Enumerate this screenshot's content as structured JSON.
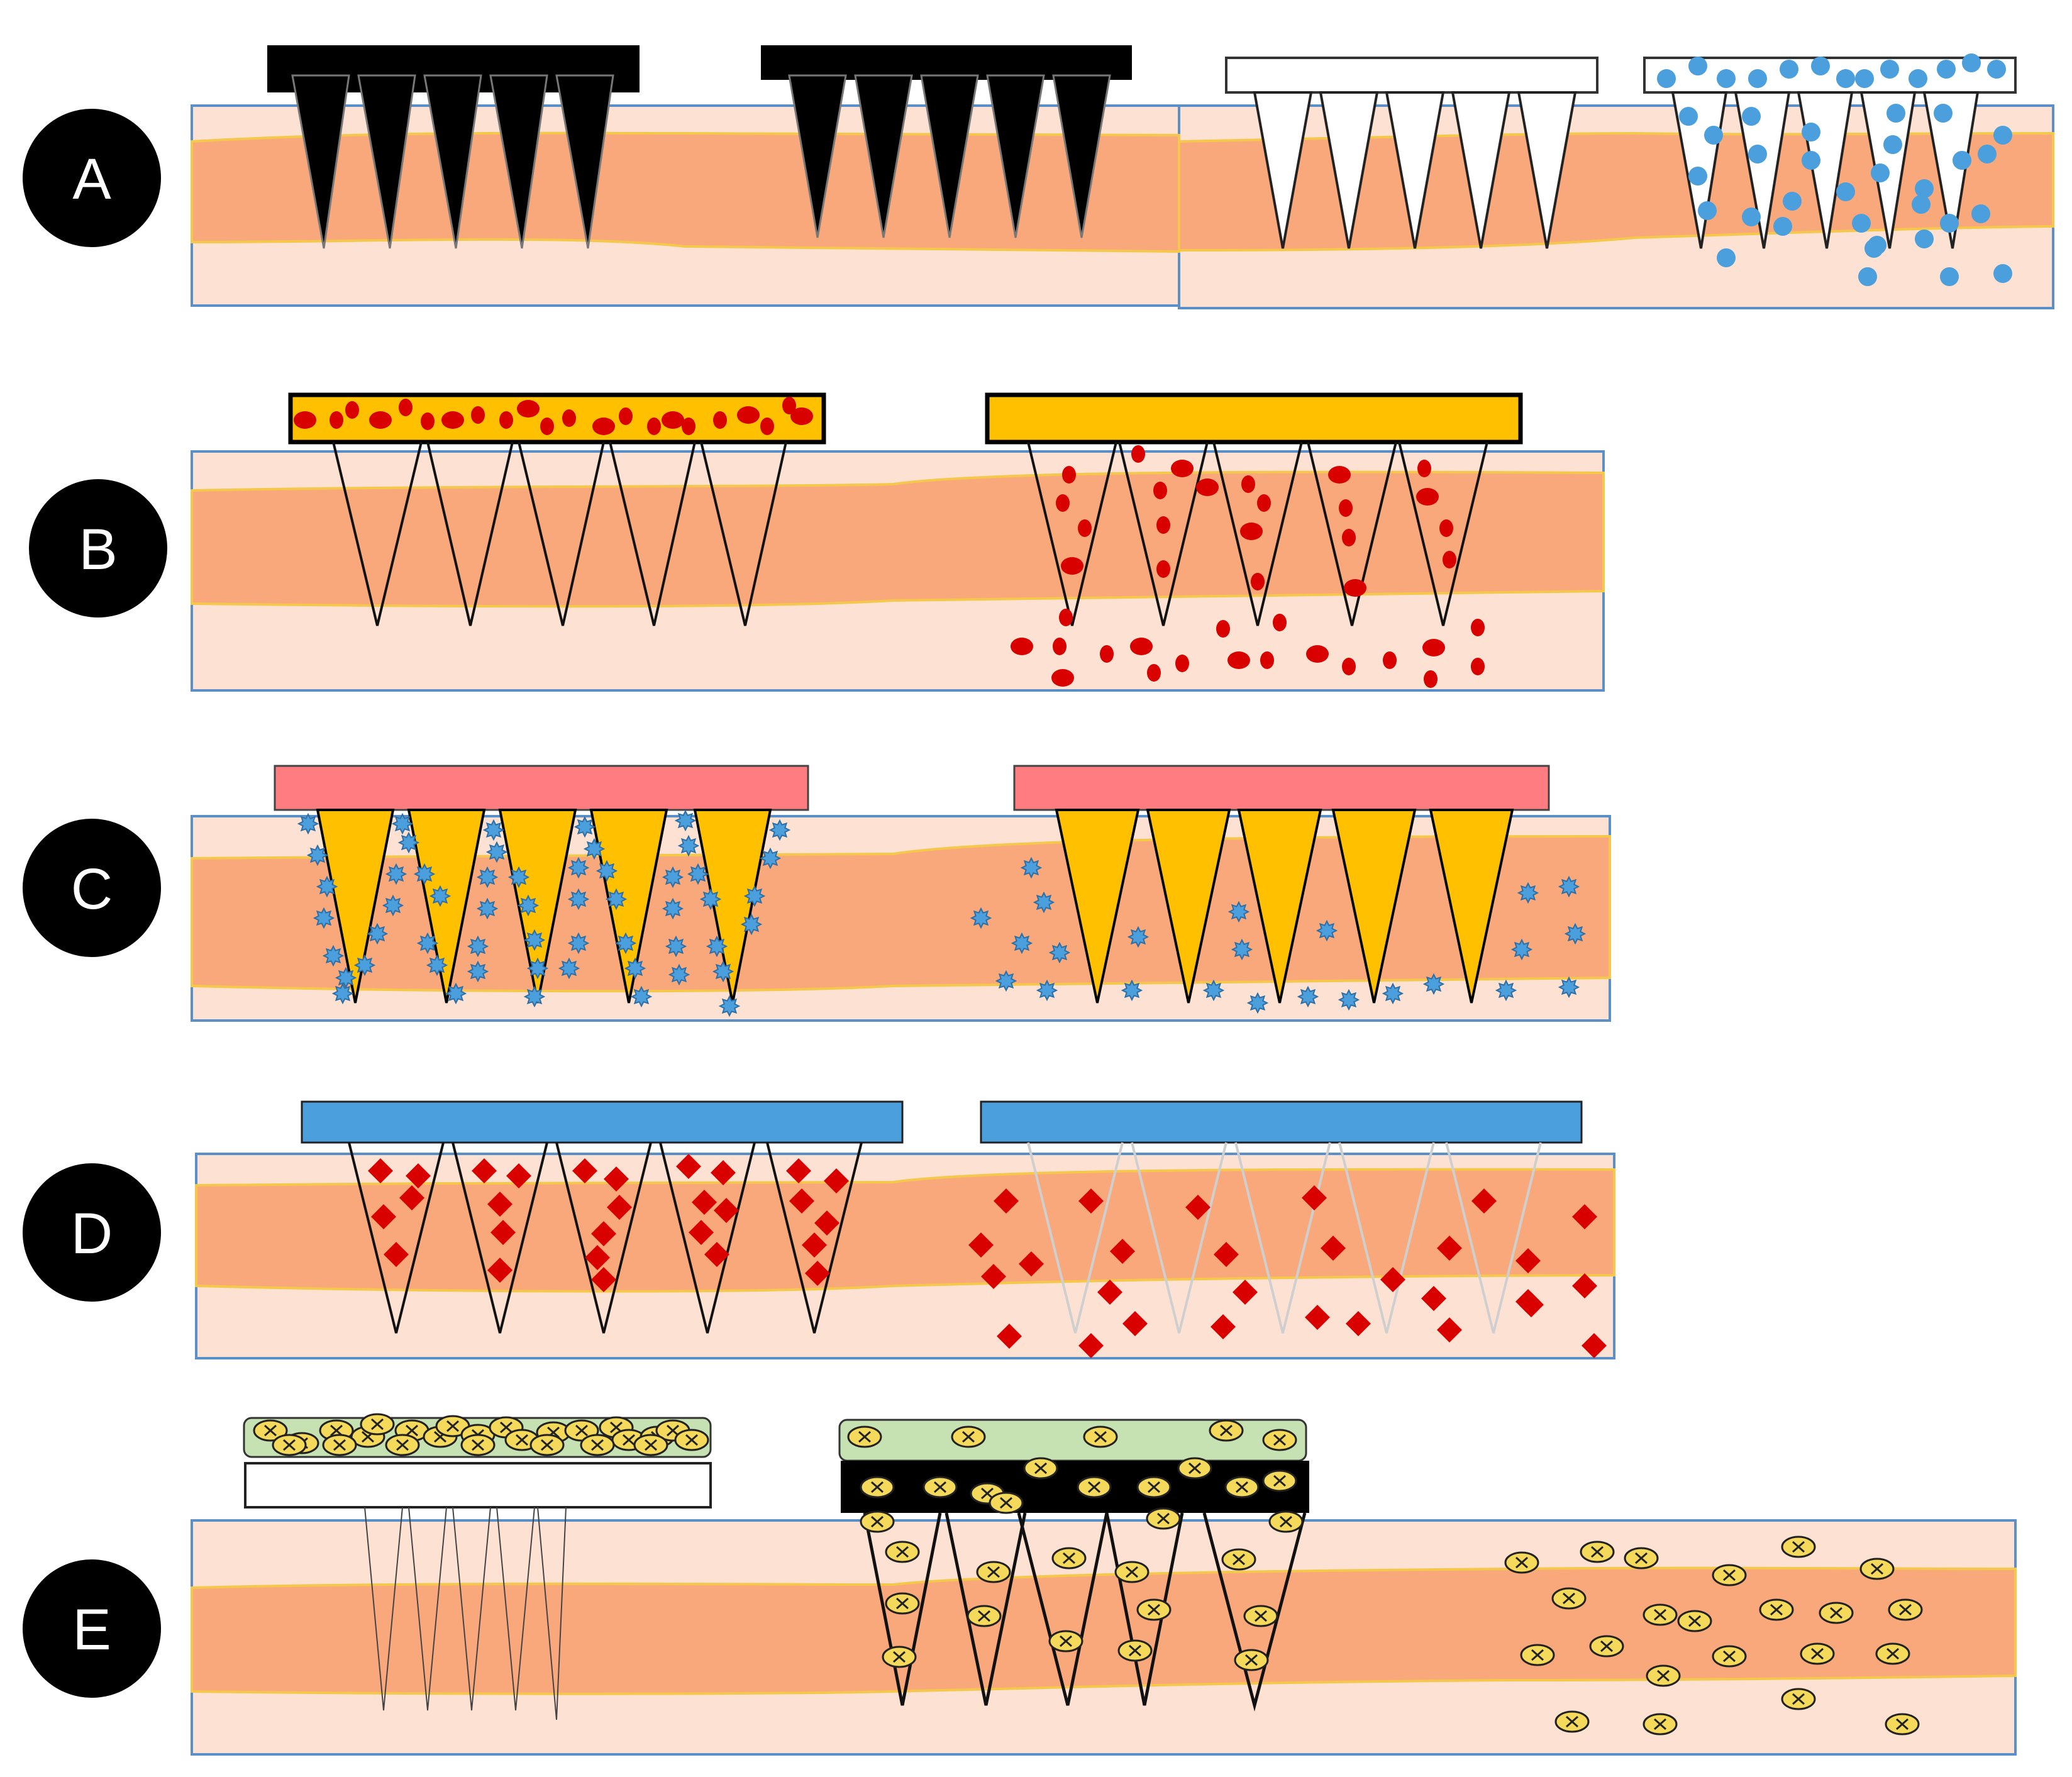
{
  "rows": [
    {
      "label": "A",
      "panels": [
        "solid-microneedles-poke",
        "solid-microneedles-inserted",
        "hollow-microneedles-inserted",
        "hollow-microneedles-drug-flow"
      ]
    },
    {
      "label": "B",
      "panels": [
        "dissolving-microneedles-loaded",
        "dissolving-microneedles-releasing"
      ]
    },
    {
      "label": "C",
      "panels": [
        "coated-microneedles-inserted",
        "coated-microneedles-coating-released"
      ]
    },
    {
      "label": "D",
      "panels": [
        "drug-loaded-microneedles-inserted",
        "microneedles-dissolved-drug-released"
      ]
    },
    {
      "label": "E",
      "panels": [
        "patch-over-poked-skin",
        "reservoir-patch-microneedles",
        "drug-diffused-into-skin"
      ]
    }
  ],
  "colors": {
    "skin": "#fde2d4",
    "dermis": "#f9a87c",
    "skin_border": "#5b8fc7",
    "layer_edge": "#f5c84c",
    "needle_solid": "#000000",
    "needle_coated": "#ffc000",
    "backing_pink": "#ff7c80",
    "backing_blue": "#4a9fdc",
    "backing_gold": "#ffc000",
    "reservoir_green": "#c6e2b3",
    "drug_blue": "#4a9fdc",
    "drug_red": "#d90000",
    "drug_yellow": "#f4d95a",
    "faded_needle": "#cfcfcf"
  },
  "icons": [
    "blue-circle-drug-icon",
    "red-oval-drug-icon",
    "blue-star-drug-icon",
    "red-diamond-drug-icon",
    "yellow-cross-circle-drug-icon"
  ]
}
